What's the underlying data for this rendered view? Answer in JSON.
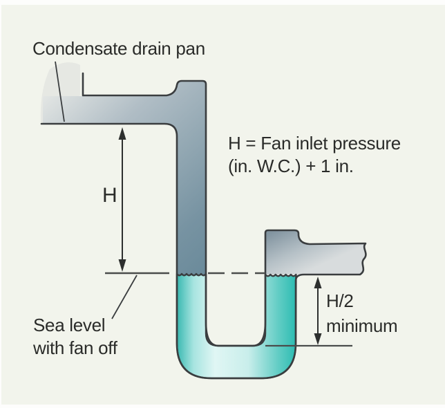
{
  "figure": {
    "title": "Condensate drain trap diagram",
    "background_color": "#f2f4ec",
    "outline_color": "#3a3d3f",
    "pipe_gray": "#8ba1ae",
    "water_teal": "#2dbcb2",
    "text_color": "#2a2b29"
  },
  "labels": {
    "drain_pan": "Condensate drain pan",
    "formula_line1": "H = Fan inlet pressure",
    "formula_line2": "(in. W.C.) + 1 in.",
    "h_dimension": "H",
    "sea_level_line1": "Sea level",
    "sea_level_line2": "with fan off",
    "h2_line1": "H/2",
    "h2_line2": "minimum"
  }
}
